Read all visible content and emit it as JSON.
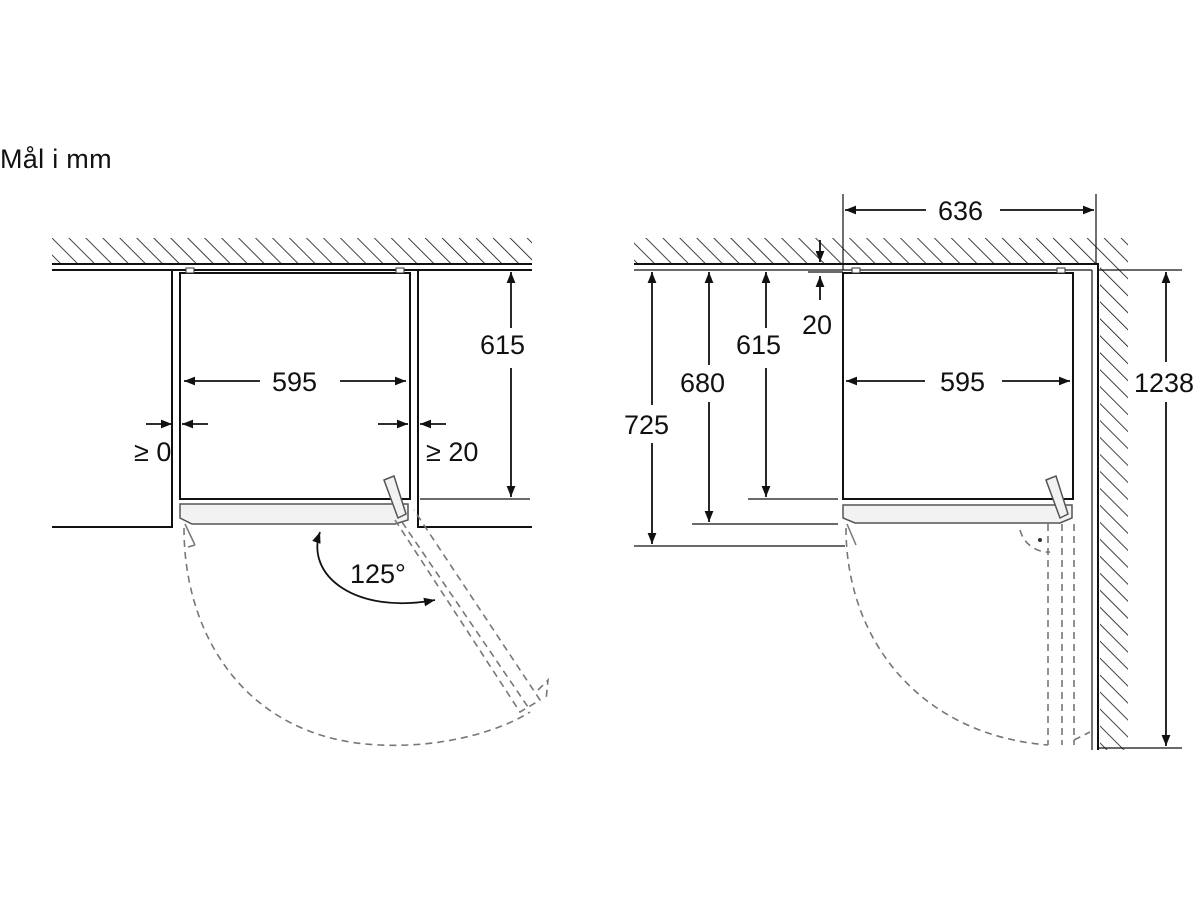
{
  "title": "Mål i mm",
  "left": {
    "width": "595",
    "depth": "615",
    "gap_left": "≥ 0",
    "gap_right": "≥ 20",
    "angle": "125°"
  },
  "right": {
    "total_depth": "636",
    "rear_gap": "20",
    "width": "595",
    "d615": "615",
    "d680": "680",
    "d725": "725",
    "d1238": "1238"
  }
}
